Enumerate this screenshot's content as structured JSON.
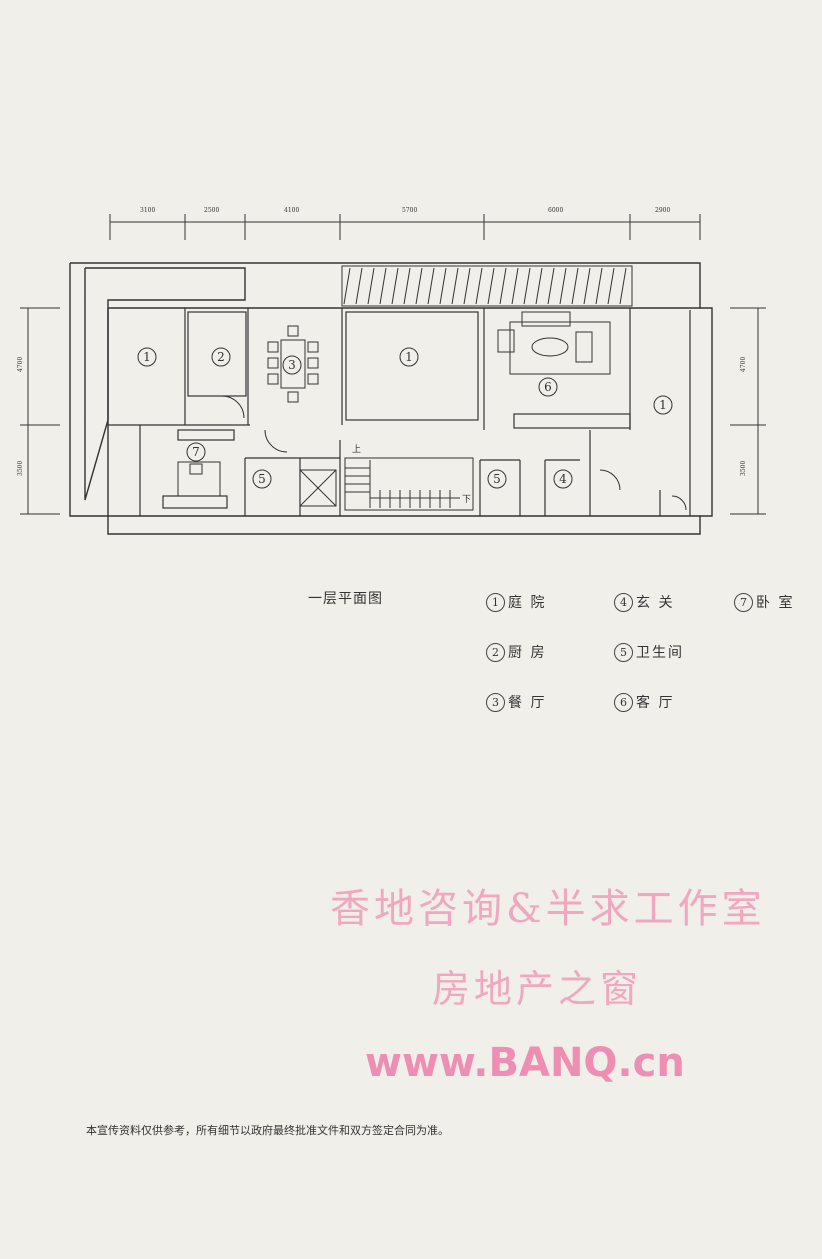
{
  "dimensions": {
    "top": [
      "3100",
      "2500",
      "4100",
      "5700",
      "6000",
      "2900"
    ],
    "left": [
      "4700",
      "3500"
    ],
    "right": [
      "4700",
      "3500"
    ]
  },
  "rooms_on_plan": [
    "1",
    "2",
    "3",
    "1",
    "6",
    "1",
    "7",
    "5",
    "5",
    "4"
  ],
  "stairs": {
    "up": "上",
    "down": "下"
  },
  "caption": "一层平面图",
  "legend": [
    {
      "num": "1",
      "label": "庭 院"
    },
    {
      "num": "4",
      "label": "玄 关"
    },
    {
      "num": "7",
      "label": "卧 室"
    },
    {
      "num": "2",
      "label": "厨 房"
    },
    {
      "num": "5",
      "label": "卫生间"
    },
    {
      "num": "3",
      "label": "餐 厅"
    },
    {
      "num": "6",
      "label": "客 厅"
    }
  ],
  "watermark": {
    "line1": "香地咨询&半求工作室",
    "line2": "房地产之窗",
    "url": "www.BANQ.cn"
  },
  "disclaimer": "本宣传资料仅供参考，所有细节以政府最终批准文件和双方签定合同为准。",
  "colors": {
    "watermark": "#f0a8c0",
    "lines": "#333333",
    "background": "#f0efea"
  }
}
